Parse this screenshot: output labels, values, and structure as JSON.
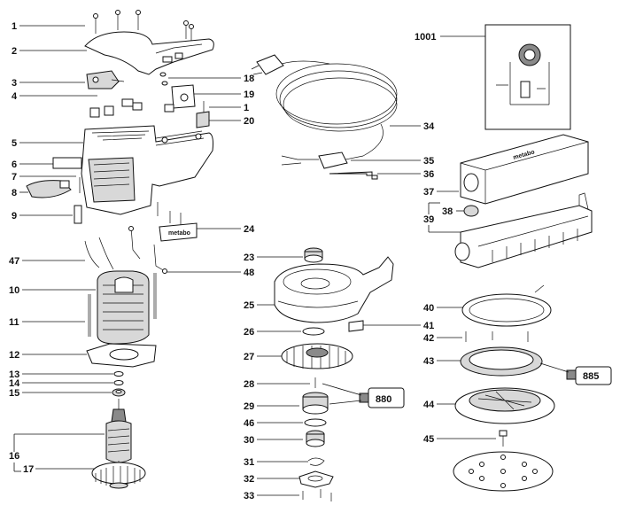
{
  "callouts": [
    {
      "id": "c1",
      "label": "1"
    },
    {
      "id": "c2",
      "label": "2"
    },
    {
      "id": "c3",
      "label": "3"
    },
    {
      "id": "c4",
      "label": "4"
    },
    {
      "id": "c5",
      "label": "5"
    },
    {
      "id": "c6",
      "label": "6"
    },
    {
      "id": "c7",
      "label": "7"
    },
    {
      "id": "c8",
      "label": "8"
    },
    {
      "id": "c9",
      "label": "9"
    },
    {
      "id": "c47",
      "label": "47"
    },
    {
      "id": "c10",
      "label": "10"
    },
    {
      "id": "c11",
      "label": "11"
    },
    {
      "id": "c12",
      "label": "12"
    },
    {
      "id": "c13",
      "label": "13"
    },
    {
      "id": "c14",
      "label": "14"
    },
    {
      "id": "c15",
      "label": "15"
    },
    {
      "id": "c16",
      "label": "16"
    },
    {
      "id": "c17",
      "label": "17"
    },
    {
      "id": "c18",
      "label": "18"
    },
    {
      "id": "c19",
      "label": "19"
    },
    {
      "id": "c1b",
      "label": "1"
    },
    {
      "id": "c20",
      "label": "20"
    },
    {
      "id": "c24",
      "label": "24"
    },
    {
      "id": "c23",
      "label": "23"
    },
    {
      "id": "c48",
      "label": "48"
    },
    {
      "id": "c25",
      "label": "25"
    },
    {
      "id": "c26",
      "label": "26"
    },
    {
      "id": "c27",
      "label": "27"
    },
    {
      "id": "c28",
      "label": "28"
    },
    {
      "id": "c29",
      "label": "29"
    },
    {
      "id": "c46",
      "label": "46"
    },
    {
      "id": "c30",
      "label": "30"
    },
    {
      "id": "c31",
      "label": "31"
    },
    {
      "id": "c32",
      "label": "32"
    },
    {
      "id": "c33",
      "label": "33"
    },
    {
      "id": "c34",
      "label": "34"
    },
    {
      "id": "c35",
      "label": "35"
    },
    {
      "id": "c36",
      "label": "36"
    },
    {
      "id": "c1001",
      "label": "1001"
    },
    {
      "id": "c37",
      "label": "37"
    },
    {
      "id": "c38",
      "label": "38"
    },
    {
      "id": "c39",
      "label": "39"
    },
    {
      "id": "c40",
      "label": "40"
    },
    {
      "id": "c41",
      "label": "41"
    },
    {
      "id": "c42",
      "label": "42"
    },
    {
      "id": "c43",
      "label": "43"
    },
    {
      "id": "c44",
      "label": "44"
    },
    {
      "id": "c45",
      "label": "45"
    }
  ],
  "tubes": {
    "grease_880": "880",
    "grease_885": "885"
  },
  "brand": {
    "plate_text": "metabo",
    "dustbox_text": "metabo"
  }
}
